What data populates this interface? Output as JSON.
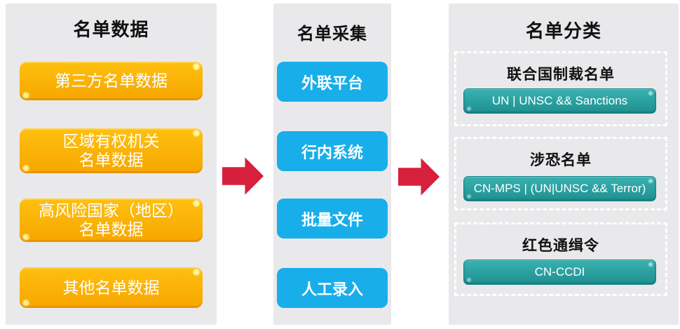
{
  "colors": {
    "panel": "#e9e9ec",
    "yellow-top": "#fec00f",
    "yellow-bot": "#f7a600",
    "blue": "#18aee9",
    "teal-top": "#38b2b0",
    "teal-bot": "#1f9090",
    "teal-edge": "#178385",
    "red": "#d6203c"
  },
  "left_panel": {
    "title": "名单数据",
    "boxes": [
      {
        "label": "第三方名单数据"
      },
      {
        "label": "区域有权机关\n名单数据"
      },
      {
        "label": "高风险国家（地区）\n名单数据"
      },
      {
        "label": "其他名单数据"
      }
    ]
  },
  "middle_panel": {
    "title": "名单采集",
    "boxes": [
      {
        "label": "外联平台"
      },
      {
        "label": "行内系统"
      },
      {
        "label": "批量文件"
      },
      {
        "label": "人工录入"
      }
    ]
  },
  "right_panel": {
    "title": "名单分类",
    "groups": [
      {
        "heading": "联合国制裁名单",
        "rule": "UN | UNSC && Sanctions"
      },
      {
        "heading": "涉恐名单",
        "rule": "CN-MPS | (UN|UNSC && Terror)"
      },
      {
        "heading": "红色通缉令",
        "rule": "CN-CCDI"
      }
    ]
  }
}
